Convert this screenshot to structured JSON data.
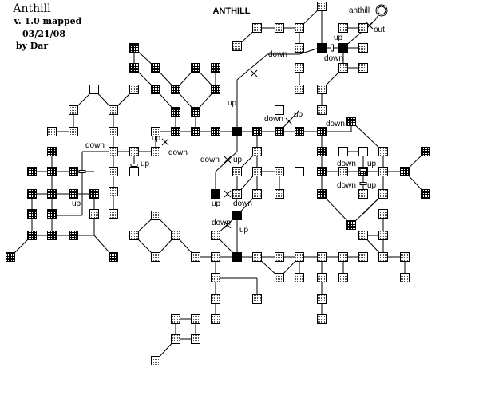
{
  "header": {
    "name": "Anthill",
    "version": "v. 1.0 mapped",
    "date": "03/21/08",
    "author": "by Dar"
  },
  "map_title": "ANTHILL",
  "labels": {
    "anthill": "anthill",
    "out": "out",
    "up": "up",
    "down": "down"
  },
  "legend": {
    "room_fill_colors": {
      "white": "#ffffff",
      "dotted": "#d8d8d8",
      "checkered": "#6a6a6a",
      "black": "#000000"
    },
    "line_color": "#000000"
  }
}
